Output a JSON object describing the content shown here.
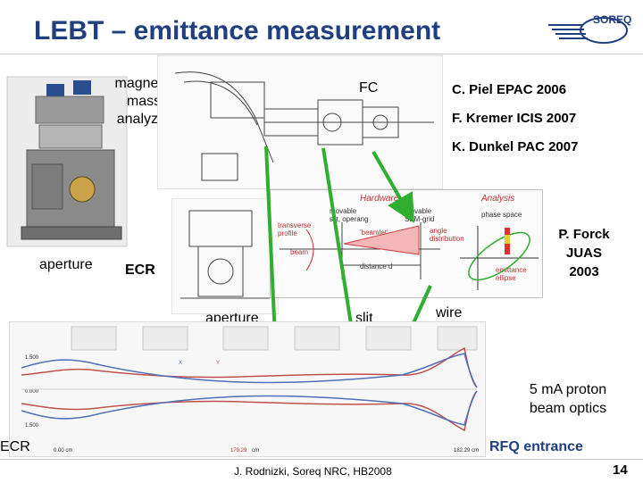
{
  "slide": {
    "title": "LEBT – emittance measurement",
    "logo_text": "SOREQ",
    "colors": {
      "title": "#1f3f80",
      "arrow_green": "#2fae2f",
      "curve_red": "#c0504d",
      "curve_blue": "#4f6fb7",
      "rfq_blue": "#1f3f80"
    }
  },
  "labels": {
    "magnetic_mass_analyzer": [
      "magnetic",
      "mass",
      "analyzer"
    ],
    "fc": "FC",
    "aperture_left": "aperture",
    "ecr_mid": "ECR",
    "aperture_bottom": "aperture",
    "slit": "slit",
    "wire": "wire",
    "ecr_bottom": "ECR",
    "rfq_entrance": "RFQ entrance",
    "proton_optics": [
      "5 mA proton",
      "beam optics"
    ]
  },
  "references": [
    "C. Piel EPAC 2006",
    "F. Kremer ICIS 2007",
    "K. Dunkel PAC 2007"
  ],
  "forck_ref": [
    "P. Forck",
    "JUAS",
    "2003"
  ],
  "diagram": {
    "hardware_title": "Hardware",
    "analysis_title": "Analysis",
    "movable_slit": [
      "movable",
      "slit, operang"
    ],
    "movable_sem": [
      "movable",
      "SEM-grid"
    ],
    "beamlet": "'beamlet'",
    "transverse_profile": [
      "transverse",
      "profile"
    ],
    "beam": "beam",
    "distance": "distance d",
    "phase_space": "phase space",
    "angle_distribution": [
      "angle",
      "distribution"
    ],
    "emittance_ellipse": [
      "emittance",
      "ellipse"
    ]
  },
  "plot": {
    "left_value_top": "1.500",
    "left_value_mid": "0.000",
    "left_value_bottom": "1.500",
    "footer_left": "0.00 cm",
    "footer_mid_value": "179.29",
    "footer_mid_unit": "cm",
    "footer_right": "182.29 cm",
    "legend": [
      "X",
      "Y"
    ]
  },
  "footer": {
    "text": "J. Rodnizki, Soreq NRC, HB2008",
    "page": "14"
  }
}
